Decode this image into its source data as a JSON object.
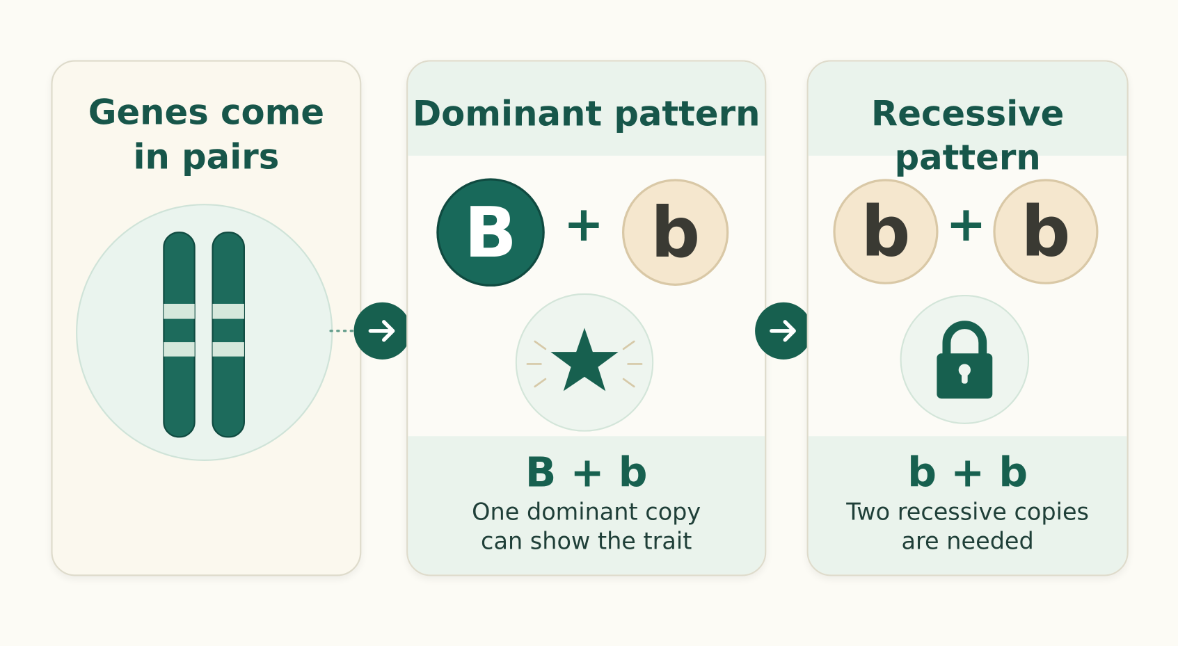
{
  "panels": [
    {
      "title_line1": "Genes come",
      "title_line2": "in pairs",
      "icon": "chromosome-pair-icon"
    },
    {
      "title": "Dominant pattern",
      "allele_left": "B",
      "plus": "+",
      "allele_right": "b",
      "icon": "star-icon",
      "combination": "B + b",
      "description_line1": "One dominant copy",
      "description_line2": "can show the trait"
    },
    {
      "title": "Recessive pattern",
      "allele_left": "b",
      "plus": "+",
      "allele_right": "b",
      "icon": "lock-icon",
      "combination": "b + b",
      "description_line1": "Two recessive copies",
      "description_line2": "are needed"
    }
  ],
  "colors": {
    "primary": "#17604f",
    "dominant_allele": "#18695a",
    "recessive_allele": "#f5e7ce",
    "panel_tint": "#eaf3ec",
    "background": "#fcfbf5"
  }
}
